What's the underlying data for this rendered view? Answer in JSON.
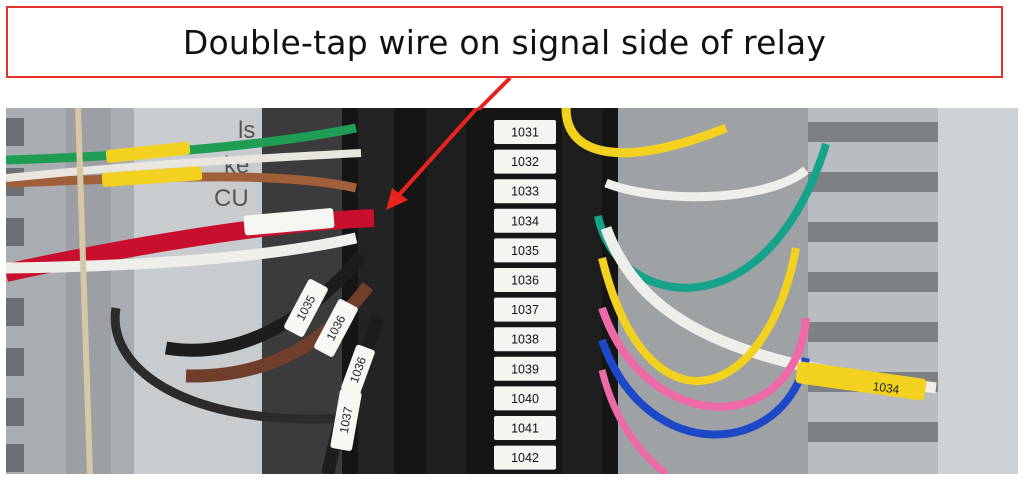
{
  "annotation": {
    "callout_text": "Double-tap wire on signal side of relay",
    "arrow_color": "#e8231e"
  },
  "terminal_labels": [
    "1031",
    "1032",
    "1033",
    "1034",
    "1035",
    "1036",
    "1037",
    "1038",
    "1039",
    "1040",
    "1041",
    "1042"
  ],
  "wire_tags": {
    "tag_1035": "1035",
    "tag_1036": "1036",
    "tag_1036b": "1036",
    "tag_1037": "1037",
    "tag_right": "1034"
  },
  "colors": {
    "red_wire": "#c8102e",
    "green_wire": "#1f9d55",
    "teal_wire": "#15a38a",
    "yellow_wire": "#f3d21f",
    "pink_wire": "#ee6aa7",
    "blue_wire": "#1d48c8",
    "brown_wire": "#7a4a35",
    "white_wire": "#eeeeea",
    "black_wire": "#1d1d1d",
    "terminal_block": "#151515",
    "duct_gray": "#b9bcc0"
  }
}
